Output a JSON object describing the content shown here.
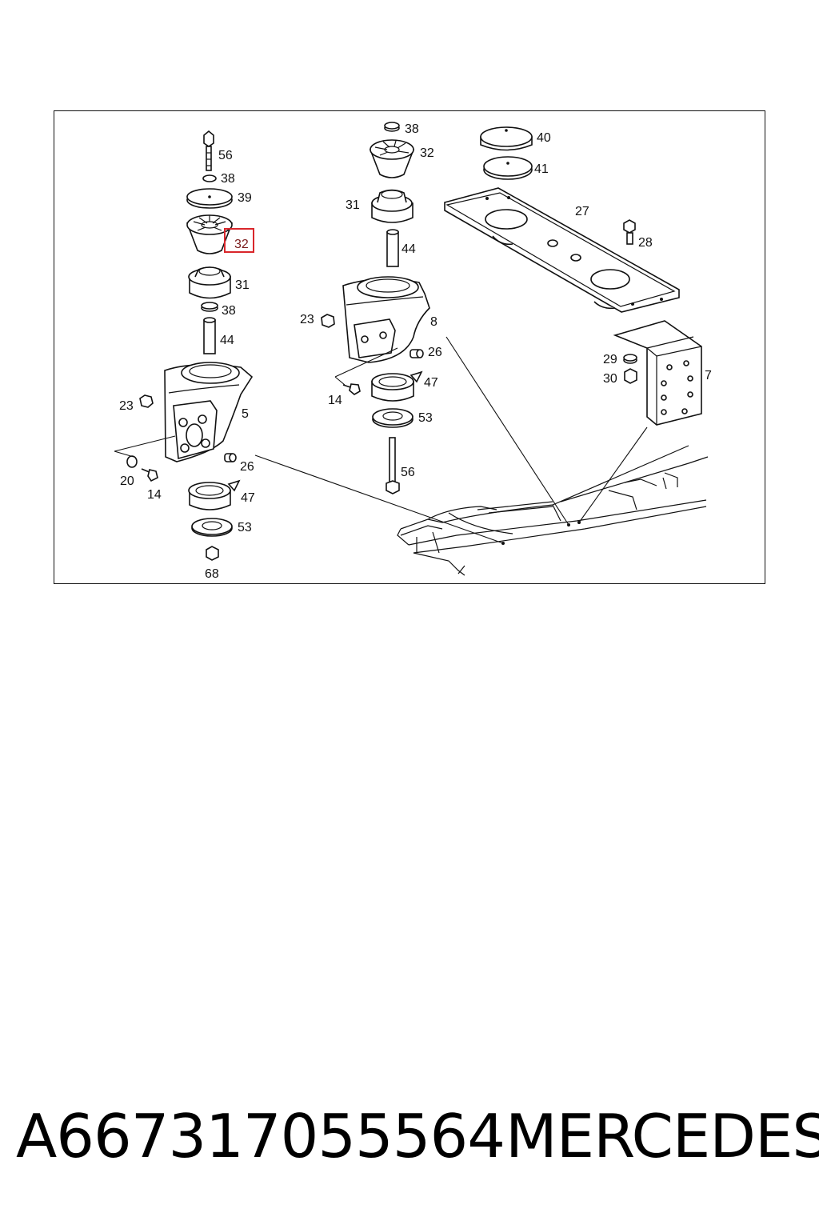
{
  "diagram": {
    "callouts": {
      "c56a": "56",
      "c38a": "38",
      "c39": "39",
      "c32a": "32",
      "c31a": "31",
      "c38b": "38",
      "c44a": "44",
      "c23a": "23",
      "c5": "5",
      "c20": "20",
      "c14a": "14",
      "c26a": "26",
      "c47a": "47",
      "c53a": "53",
      "c68": "68",
      "c38c": "38",
      "c32b": "32",
      "c31b": "31",
      "c44b": "44",
      "c23b": "23",
      "c8": "8",
      "c26b": "26",
      "c14b": "14",
      "c47b": "47",
      "c53b": "53",
      "c56b": "56",
      "c40": "40",
      "c41": "41",
      "c27": "27",
      "c28": "28",
      "c29": "29",
      "c30": "30",
      "c7": "7"
    },
    "highlighted_callout": "32",
    "highlight_color": "#d9262b"
  },
  "footer": {
    "part_number": "A667317055564",
    "brand": "MERCEDES"
  }
}
